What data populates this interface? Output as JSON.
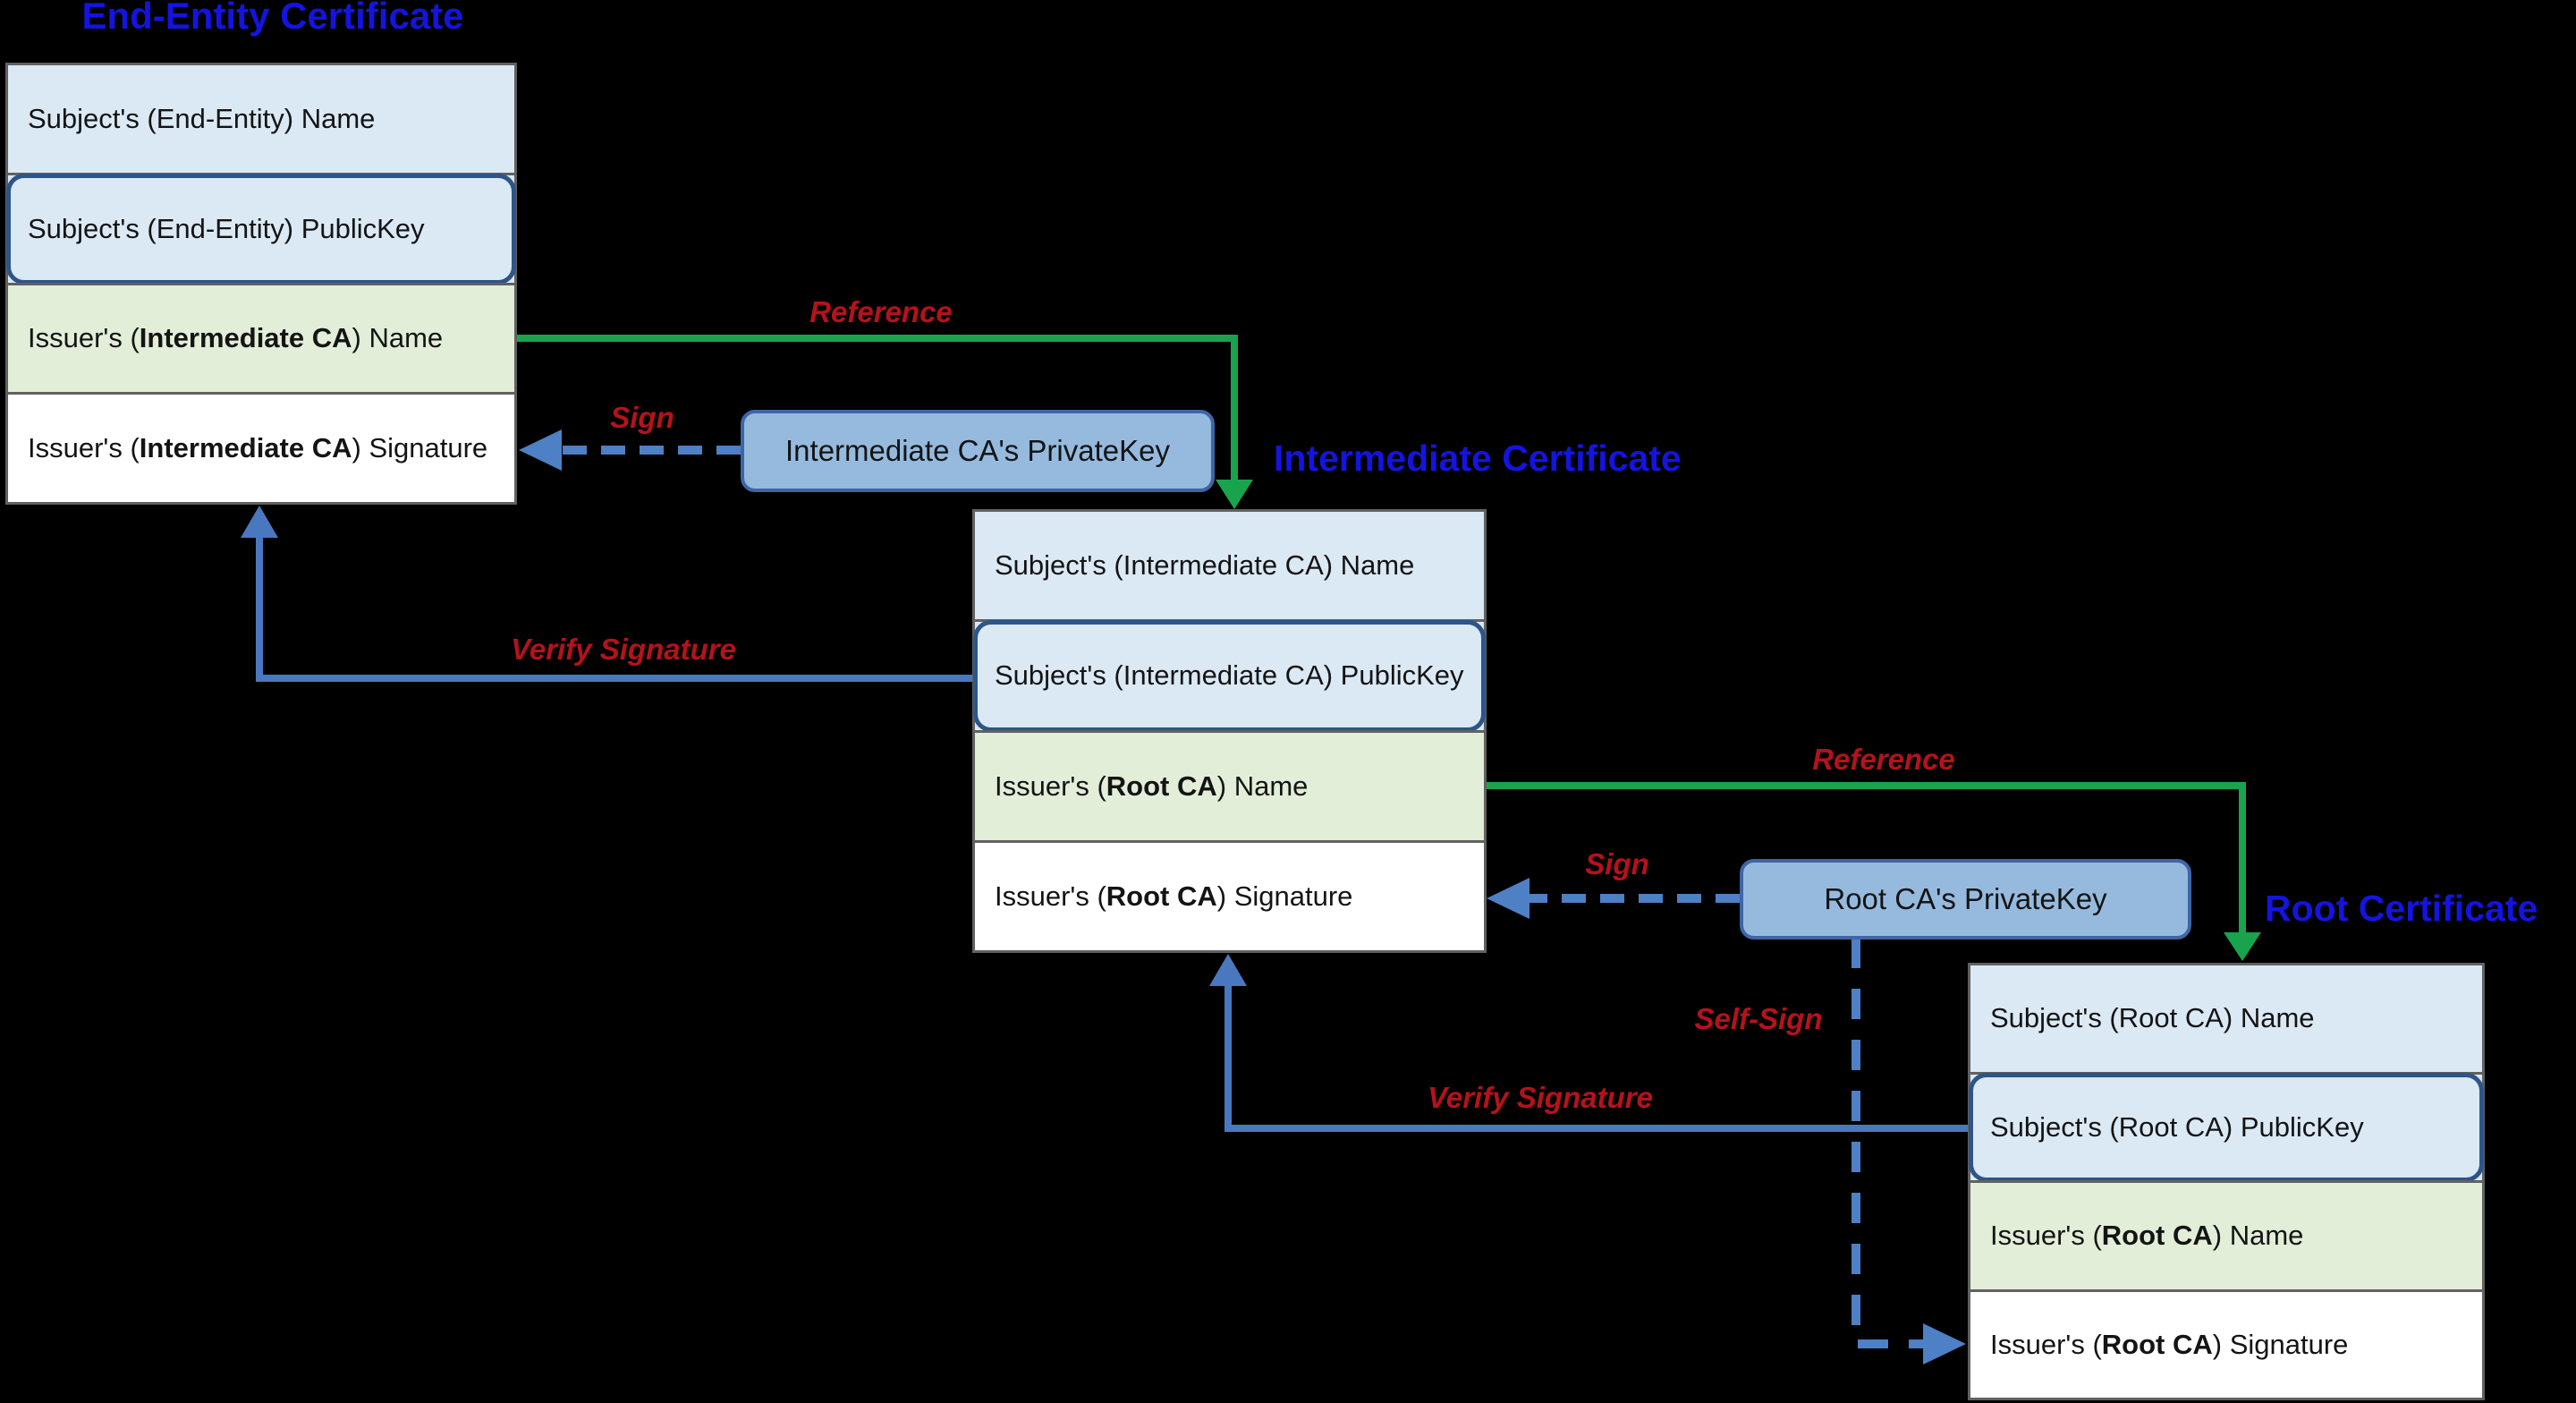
{
  "colors": {
    "background": "#000000",
    "title_blue": "#1414e0",
    "label_red": "#b5121b",
    "reference_green": "#18a44d",
    "verify_blue": "#4a78c0",
    "sign_blue": "#4d80c4",
    "row_light_blue": "#dbe9f5",
    "row_light_green": "#e2eed8",
    "row_white": "#ffffff",
    "row_border_gray": "#616161",
    "publickey_border": "#2d5588",
    "privatekey_fill": "#95bade",
    "privatekey_border": "#3e66a5"
  },
  "certificates": [
    {
      "title": "End-Entity Certificate",
      "rows": [
        {
          "prefix": "Subject's (End-Entity) Name",
          "bold": "",
          "suffix": ""
        },
        {
          "prefix": "Subject's (End-Entity) PublicKey",
          "bold": "",
          "suffix": ""
        },
        {
          "prefix": "Issuer's (",
          "bold": "Intermediate CA",
          "suffix": ") Name"
        },
        {
          "prefix": "Issuer's (",
          "bold": "Intermediate CA",
          "suffix": ") Signature"
        }
      ]
    },
    {
      "title": "Intermediate Certificate",
      "rows": [
        {
          "prefix": "Subject's (Intermediate CA) Name",
          "bold": "",
          "suffix": ""
        },
        {
          "prefix": "Subject's (Intermediate CA) PublicKey",
          "bold": "",
          "suffix": ""
        },
        {
          "prefix": "Issuer's (",
          "bold": "Root CA",
          "suffix": ") Name"
        },
        {
          "prefix": "Issuer's (",
          "bold": "Root CA",
          "suffix": ") Signature"
        }
      ]
    },
    {
      "title": "Root Certificate",
      "rows": [
        {
          "prefix": "Subject's (Root CA) Name",
          "bold": "",
          "suffix": ""
        },
        {
          "prefix": "Subject's (Root CA) PublicKey",
          "bold": "",
          "suffix": ""
        },
        {
          "prefix": "Issuer's (",
          "bold": "Root CA",
          "suffix": ") Name"
        },
        {
          "prefix": "Issuer's (",
          "bold": "Root CA",
          "suffix": ") Signature"
        }
      ]
    }
  ],
  "private_keys": [
    {
      "label": "Intermediate CA's PrivateKey"
    },
    {
      "label": "Root CA's PrivateKey"
    }
  ],
  "arrows": [
    {
      "label": "Reference",
      "style": "solid",
      "color": "green",
      "from": "End-Entity Issuer's (Intermediate CA) Name",
      "to": "Intermediate Certificate top"
    },
    {
      "label": "Sign",
      "style": "dashed",
      "color": "blue",
      "from": "Intermediate CA's PrivateKey",
      "to": "End-Entity Issuer's (Intermediate CA) Signature"
    },
    {
      "label": "Verify Signature",
      "style": "solid",
      "color": "blue",
      "from": "Subject's (Intermediate CA) PublicKey",
      "to": "End-Entity Certificate bottom"
    },
    {
      "label": "Reference",
      "style": "solid",
      "color": "green",
      "from": "Intermediate Issuer's (Root CA) Name",
      "to": "Root Certificate top"
    },
    {
      "label": "Sign",
      "style": "dashed",
      "color": "blue",
      "from": "Root CA's PrivateKey",
      "to": "Intermediate Issuer's (Root CA) Signature"
    },
    {
      "label": "Self-Sign",
      "style": "dashed",
      "color": "blue",
      "from": "Root CA's PrivateKey",
      "to": "Root Issuer's (Root CA) Signature"
    },
    {
      "label": "Verify Signature",
      "style": "solid",
      "color": "blue",
      "from": "Subject's (Root CA) PublicKey",
      "to": "Intermediate Certificate bottom"
    }
  ]
}
